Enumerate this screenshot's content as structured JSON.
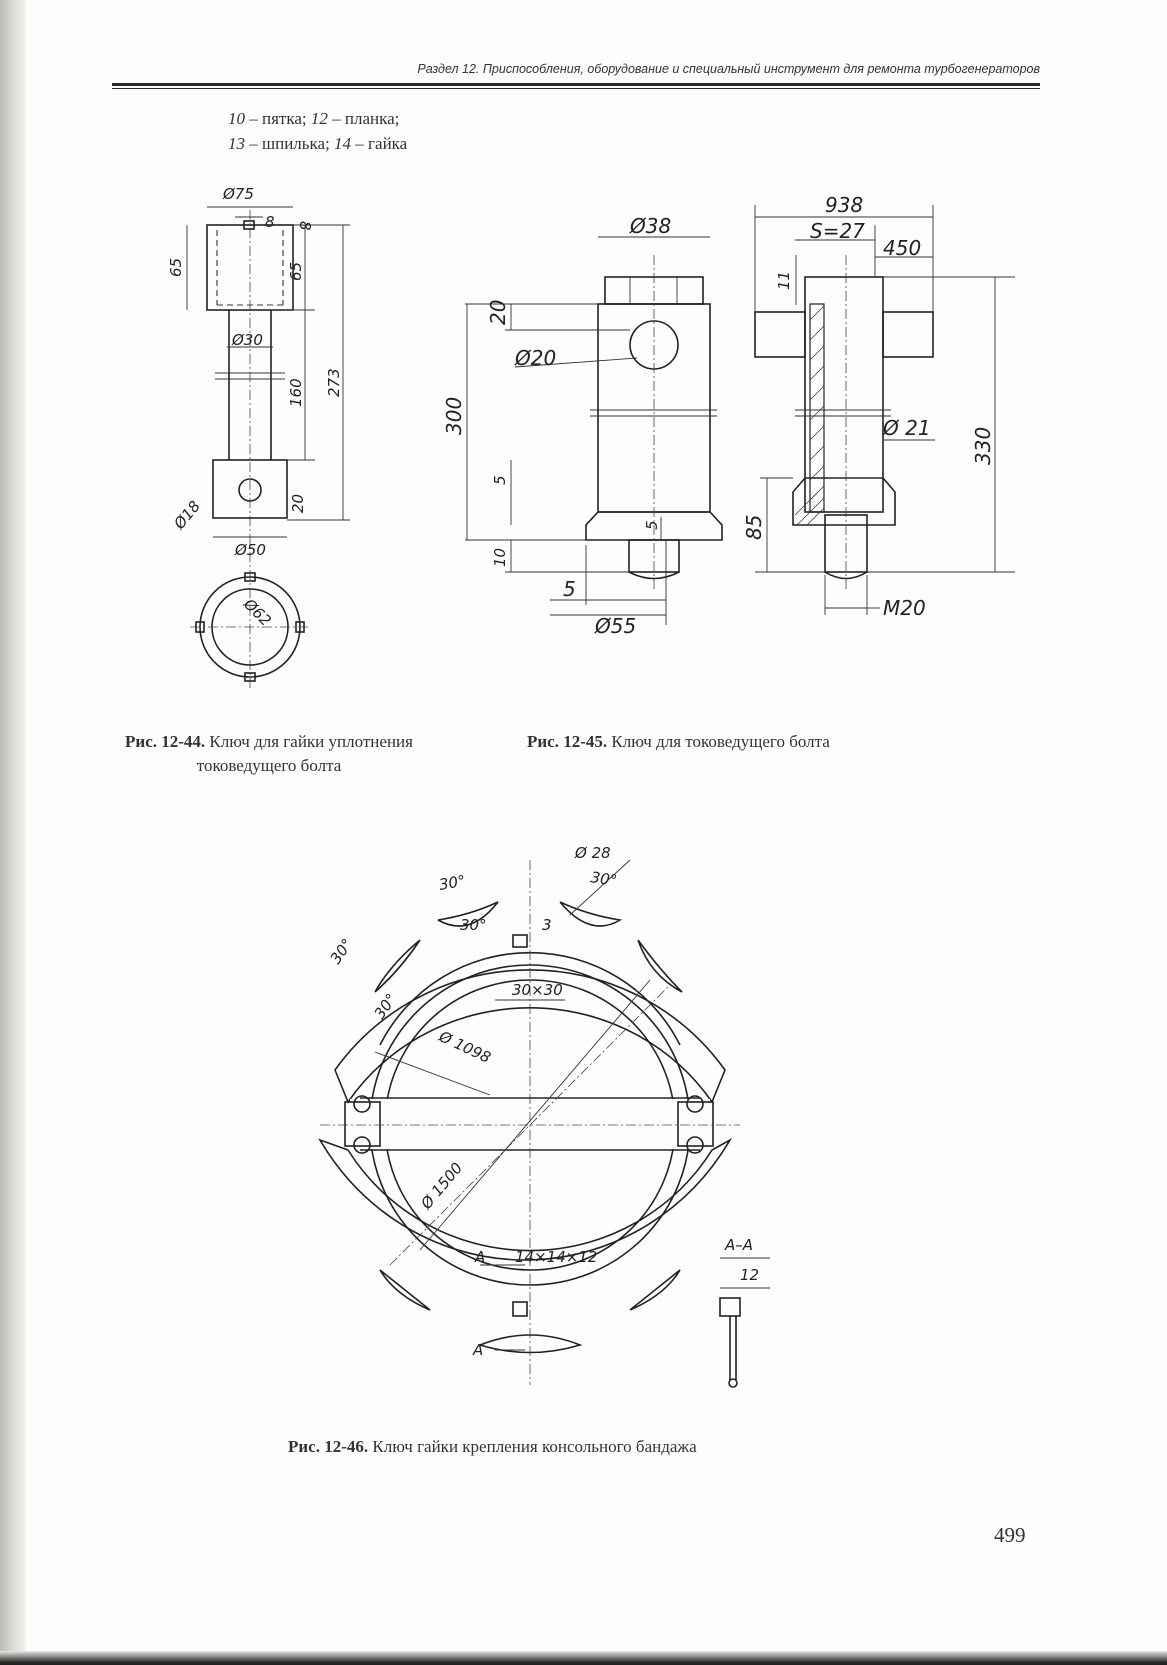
{
  "running_head": "Раздел 12. Приспособления, оборудование и специальный инструмент для ремонта турбогенераторов",
  "legend": {
    "line1": [
      {
        "num": "10",
        "text": " – пятка; "
      },
      {
        "num": "12",
        "text": " – планка;"
      }
    ],
    "line2": [
      {
        "num": "13",
        "text": " – шпилька; "
      },
      {
        "num": "14",
        "text": " – гайка"
      }
    ]
  },
  "fig44": {
    "caption_label": "Рис. 12-44.",
    "caption_text": "Ключ для гайки уплотнения токоведущего болта",
    "dims": {
      "d75": "Ø75",
      "w8": "8",
      "h8": "8",
      "h65a": "65",
      "h65b": "65",
      "d30": "Ø30",
      "h160": "160",
      "h273": "273",
      "d18": "Ø18",
      "h20": "20",
      "d50": "Ø50",
      "d62": "Ø62"
    }
  },
  "fig45": {
    "caption_label": "Рис. 12-45.",
    "caption_text": "Ключ для токоведущего болта",
    "dims": {
      "d38": "Ø38",
      "h20": "20",
      "d20": "Ø20",
      "h300": "300",
      "h5a": "5",
      "h5b": "5",
      "h10": "10",
      "w5": "5",
      "d55": "Ø55",
      "w938": "938",
      "s27": "S=27",
      "w450": "450",
      "h11": "11",
      "d21": "Ø 21",
      "h330": "330",
      "h85": "85",
      "m20": "M20"
    }
  },
  "fig46": {
    "caption_label": "Рис. 12-46.",
    "caption_text": "Ключ гайки крепления консольного бандажа",
    "dims": {
      "d28": "Ø 28",
      "a30_1": "30°",
      "a30_2": "30°",
      "a30_3": "30°",
      "a30_4": "30°",
      "a30_5": "30°",
      "w3": "3",
      "s30x30": "30×30",
      "d1098": "Ø 1098",
      "d1500": "Ø 1500",
      "sec": "A",
      "sec2": "A",
      "s14": "14×14×12",
      "section_label": "А–А",
      "w12": "12"
    }
  },
  "page_number": "499"
}
